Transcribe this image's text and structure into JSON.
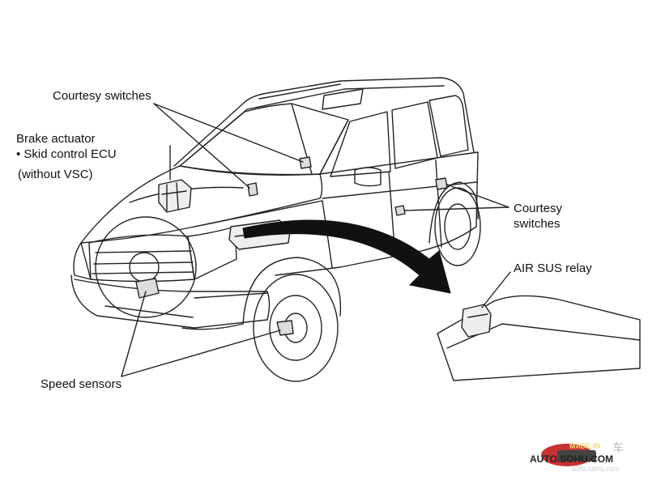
{
  "labels": {
    "courtesy_switches_top": "Courtesy switches",
    "brake_actuator_line1": "Brake actuator",
    "brake_actuator_line2": "• Skid control ECU",
    "brake_actuator_line3": "(without VSC)",
    "courtesy_switches_right_line1": "Courtesy",
    "courtesy_switches_right_line2": "switches",
    "air_sus_relay": "AIR SUS relay",
    "speed_sensors": "Speed sensors"
  },
  "watermark": {
    "badge": "MADE IN",
    "brand": "AUTO.SOHU.COM",
    "url": "auto.sohu.com",
    "char": "车"
  },
  "colors": {
    "line": "#222222",
    "arrow": "#111111",
    "badge_bg": "#c62828",
    "watermark_text": "#cfcfcf"
  }
}
